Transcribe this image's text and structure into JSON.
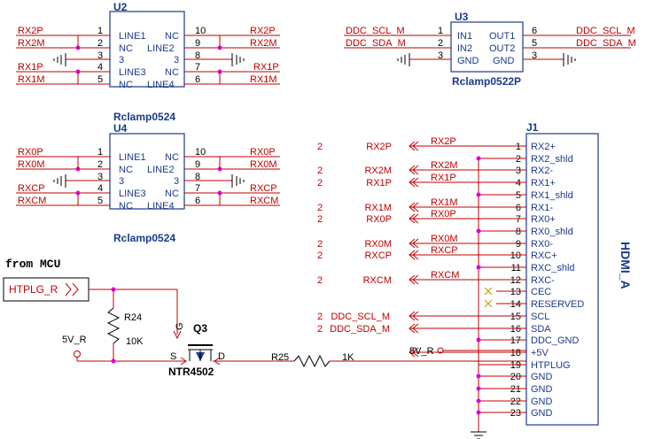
{
  "u2": {
    "ref": "U2",
    "part": "Rclamp0524",
    "left_pins": [
      {
        "net": "RX2P",
        "num": "1",
        "name": "LINE1"
      },
      {
        "net": "RX2M",
        "num": "2",
        "name": "NC"
      },
      {
        "net": "",
        "num": "3",
        "name": "3"
      },
      {
        "net": "RX1P",
        "num": "4",
        "name": "LINE3"
      },
      {
        "net": "RX1M",
        "num": "5",
        "name": "NC"
      }
    ],
    "right_pins": [
      {
        "net": "RX2P",
        "num": "10",
        "name": "NC"
      },
      {
        "net": "RX2M",
        "num": "9",
        "name": "LINE2"
      },
      {
        "net": "",
        "num": "8",
        "name": "3"
      },
      {
        "net": "RX1P",
        "num": "7",
        "name": "NC"
      },
      {
        "net": "RX1M",
        "num": "6",
        "name": "LINE4"
      }
    ]
  },
  "u4": {
    "ref": "U4",
    "part": "Rclamp0524",
    "left_pins": [
      {
        "net": "RX0P",
        "num": "1",
        "name": "LINE1"
      },
      {
        "net": "RX0M",
        "num": "2",
        "name": "NC"
      },
      {
        "net": "",
        "num": "3",
        "name": "3"
      },
      {
        "net": "RXCP",
        "num": "4",
        "name": "LINE3"
      },
      {
        "net": "RXCM",
        "num": "5",
        "name": "NC"
      }
    ],
    "right_pins": [
      {
        "net": "RX0P",
        "num": "10",
        "name": "NC"
      },
      {
        "net": "RX0M",
        "num": "9",
        "name": "LINE2"
      },
      {
        "net": "",
        "num": "8",
        "name": "3"
      },
      {
        "net": "RXCP",
        "num": "7",
        "name": "NC"
      },
      {
        "net": "RXCM",
        "num": "6",
        "name": "LINE4"
      }
    ]
  },
  "u3": {
    "ref": "U3",
    "part": "Rclamp0522P",
    "left_pins": [
      {
        "net": "DDC_SCL_M",
        "num": "1",
        "name": "IN1"
      },
      {
        "net": "DDC_SDA_M",
        "num": "2",
        "name": "IN2"
      },
      {
        "net": "",
        "num": "3",
        "name": "GND"
      }
    ],
    "right_pins": [
      {
        "net": "DDC_SCL_M",
        "num": "6",
        "name": "OUT1"
      },
      {
        "net": "DDC_SDA_M",
        "num": "5",
        "name": "OUT2"
      },
      {
        "net": "",
        "num": "3",
        "name": "GND"
      }
    ]
  },
  "j1": {
    "ref": "J1",
    "part": "HDMI_A",
    "pins": [
      {
        "num": "1",
        "name": "RX2+",
        "net": "RX2P",
        "sheet": "2"
      },
      {
        "num": "2",
        "name": "RX2_shld",
        "net": "",
        "sheet": ""
      },
      {
        "num": "3",
        "name": "RX2-",
        "net": "RX2M",
        "sheet": "2"
      },
      {
        "num": "4",
        "name": "RX1+",
        "net": "RX1P",
        "sheet": "2"
      },
      {
        "num": "5",
        "name": "RX1_shld",
        "net": "",
        "sheet": ""
      },
      {
        "num": "6",
        "name": "RX1-",
        "net": "RX1M",
        "sheet": "2"
      },
      {
        "num": "7",
        "name": "RX0+",
        "net": "RX0P",
        "sheet": "2"
      },
      {
        "num": "8",
        "name": "RX0_shld",
        "net": "",
        "sheet": ""
      },
      {
        "num": "9",
        "name": "RX0-",
        "net": "RX0M",
        "sheet": "2"
      },
      {
        "num": "10",
        "name": "RXC+",
        "net": "RXCP",
        "sheet": "2"
      },
      {
        "num": "11",
        "name": "RXC_shld",
        "net": "",
        "sheet": ""
      },
      {
        "num": "12",
        "name": "RXC-",
        "net": "RXCM",
        "sheet": "2"
      },
      {
        "num": "13",
        "name": "CEC",
        "net": "",
        "sheet": ""
      },
      {
        "num": "14",
        "name": "RESERVED",
        "net": "",
        "sheet": ""
      },
      {
        "num": "15",
        "name": "SCL",
        "net": "DDC_SCL_M",
        "sheet": "2"
      },
      {
        "num": "16",
        "name": "SDA",
        "net": "DDC_SDA_M",
        "sheet": "2"
      },
      {
        "num": "17",
        "name": "DDC_GND",
        "net": "",
        "sheet": ""
      },
      {
        "num": "18",
        "name": "+5V",
        "net": "5V_R",
        "sheet": ""
      },
      {
        "num": "19",
        "name": "HTPLUG",
        "net": "",
        "sheet": ""
      },
      {
        "num": "20",
        "name": "GND",
        "net": "",
        "sheet": ""
      },
      {
        "num": "21",
        "name": "GND",
        "net": "",
        "sheet": ""
      },
      {
        "num": "22",
        "name": "GND",
        "net": "",
        "sheet": ""
      },
      {
        "num": "23",
        "name": "GND",
        "net": "",
        "sheet": ""
      }
    ]
  },
  "hotplug": {
    "heading": "from MCU",
    "port": "HTPLG_R",
    "r24_ref": "R24",
    "r24_val": "10K",
    "q3_ref": "Q3",
    "q3_part": "NTR4502",
    "gate": "G",
    "source": "S",
    "drain": "D",
    "r25_ref": "R25",
    "r25_val": "1K",
    "supply_left": "5V_R",
    "supply_right": "5V_R"
  },
  "colors": {
    "wire": "#c00000",
    "component": "#1a3a8a",
    "junction": "#e000e0",
    "text": "#000000"
  }
}
